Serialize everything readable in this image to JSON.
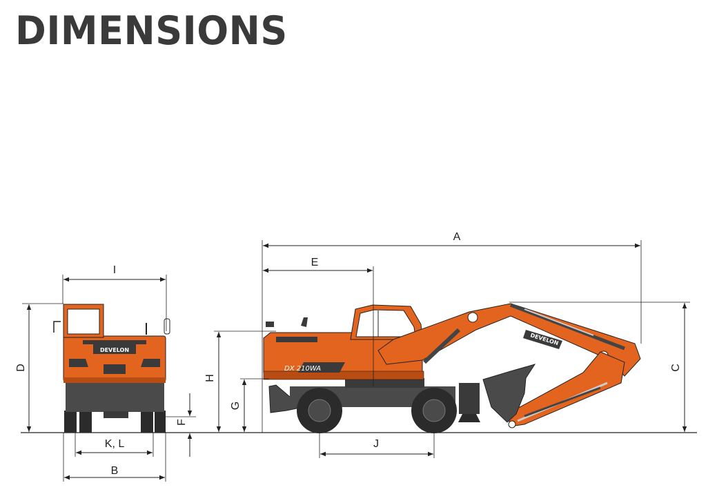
{
  "title": "DIMENSIONS",
  "brand": "DEVELON",
  "model": "DX 210WA",
  "labels": {
    "A": "A",
    "B": "B",
    "C": "C",
    "D": "D",
    "E": "E",
    "F": "F",
    "G": "G",
    "H": "H",
    "I": "I",
    "J": "J",
    "KL": "K, L"
  },
  "colors": {
    "body": "#e2641e",
    "body_dark": "#b94c12",
    "undercarriage": "#4a4a4a",
    "tire": "#2b2b2b",
    "title": "#3a3a3a"
  }
}
